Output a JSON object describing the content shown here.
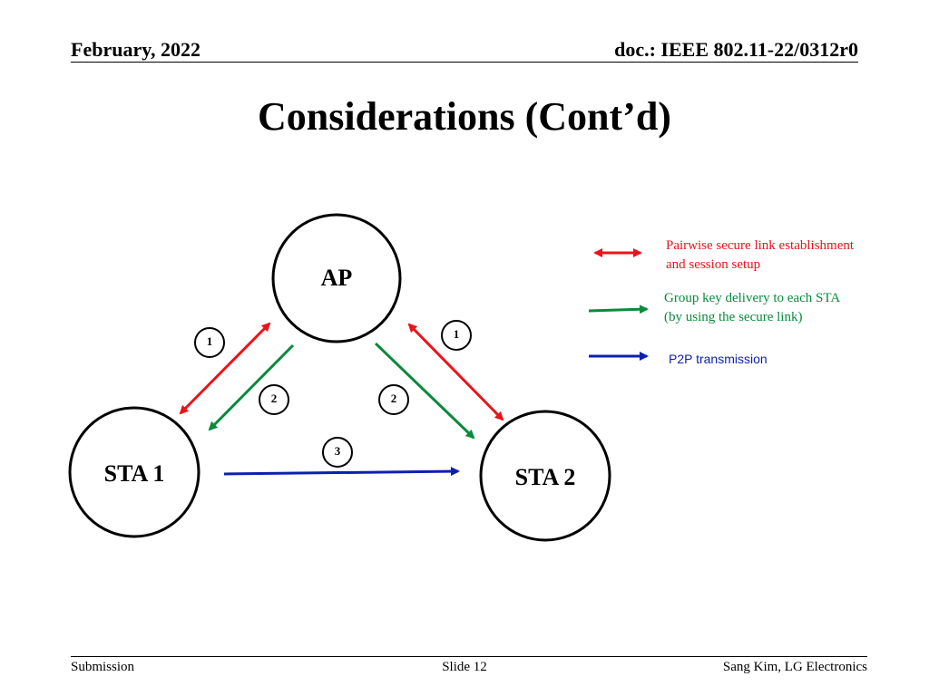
{
  "header": {
    "date": "February, 2022",
    "doc": "doc.: IEEE 802.11-22/0312r0"
  },
  "title": "Considerations (Cont’d)",
  "nodes": {
    "ap": "AP",
    "sta1": "STA 1",
    "sta2": "STA 2"
  },
  "steps": {
    "left_red": "1",
    "right_red": "1",
    "left_green": "2",
    "right_green": "2",
    "p2p": "3"
  },
  "legend": {
    "red_line1": "Pairwise secure link establishment",
    "red_line2": "and session setup",
    "green_line1": "Group key delivery to each STA",
    "green_line2": "(by using the secure link)",
    "blue": "P2P transmission"
  },
  "colors": {
    "red": "#e8141c",
    "green": "#0a8a3c",
    "blue": "#0d1fb0"
  },
  "footer": {
    "left": "Submission",
    "center": "Slide 12",
    "right": "Sang Kim, LG Electronics"
  }
}
